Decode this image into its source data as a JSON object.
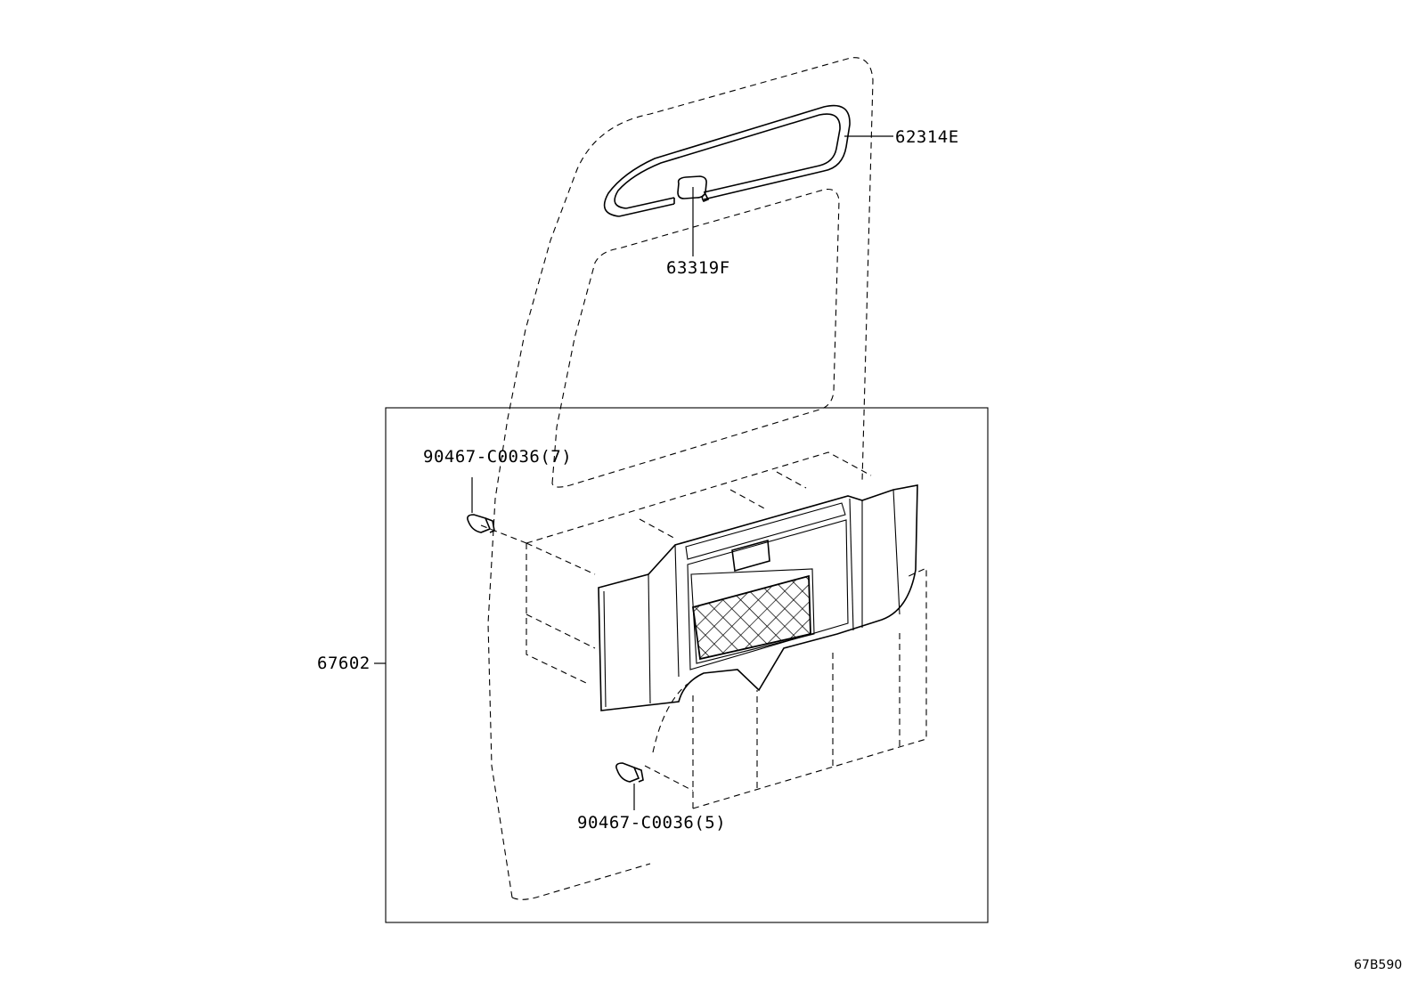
{
  "diagram": {
    "diagram_id": "67B590",
    "parts": [
      {
        "part_no": "62314E"
      },
      {
        "part_no": "63319F"
      },
      {
        "part_no": "67602"
      },
      {
        "part_no": "90467-C0036(7)"
      },
      {
        "part_no": "90467-C0036(5)"
      }
    ]
  }
}
